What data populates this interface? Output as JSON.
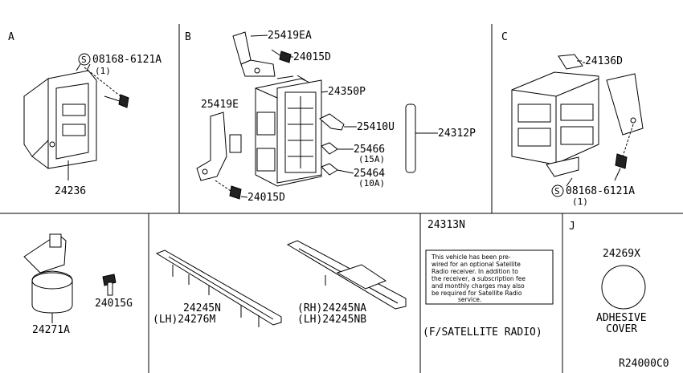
{
  "sections": {
    "a": "A",
    "b": "B",
    "c": "C",
    "j": "J"
  },
  "section_a": {
    "bolt_part": "08168-6121A",
    "bolt_qty": "(1)",
    "bracket_part": "24236"
  },
  "section_b": {
    "bracket_top": "25419EA",
    "bolt_top": "24015D",
    "fuse_block": "24350P",
    "bracket_left": "25419E",
    "fuse_puller": "25410U",
    "cover": "24312P",
    "fuse_15": "25466",
    "fuse_15_rating": "(15A)",
    "fuse_10": "25464",
    "fuse_10_rating": "(10A)",
    "bolt_bottom": "24015D"
  },
  "section_c": {
    "clip_part": "24136D",
    "bolt_part": "08168-6121A",
    "bolt_qty": "(1)"
  },
  "section_d": {
    "holder_part": "24271A",
    "bolt_part": "24015G"
  },
  "section_e": {
    "harness_left_1": "24245N",
    "harness_left_2": "(LH)24276M",
    "harness_right_1": "(RH)24245NA",
    "harness_right_2": "(LH)24245NB"
  },
  "section_f": {
    "label_part": "24313N",
    "notice_lines": [
      "This vehicle has been pre-",
      "wired for an optional Satellite",
      "Radio receiver. In addition to",
      "the receiver, a subscription fee",
      "and monthly charges may also",
      "be required for Satellite Radio",
      "service."
    ],
    "caption": "(F/SATELLITE RADIO)"
  },
  "section_j": {
    "cover_part": "24269X",
    "cover_line1": "ADHESIVE",
    "cover_line2": "COVER"
  },
  "diagram_code": "R24000C0"
}
